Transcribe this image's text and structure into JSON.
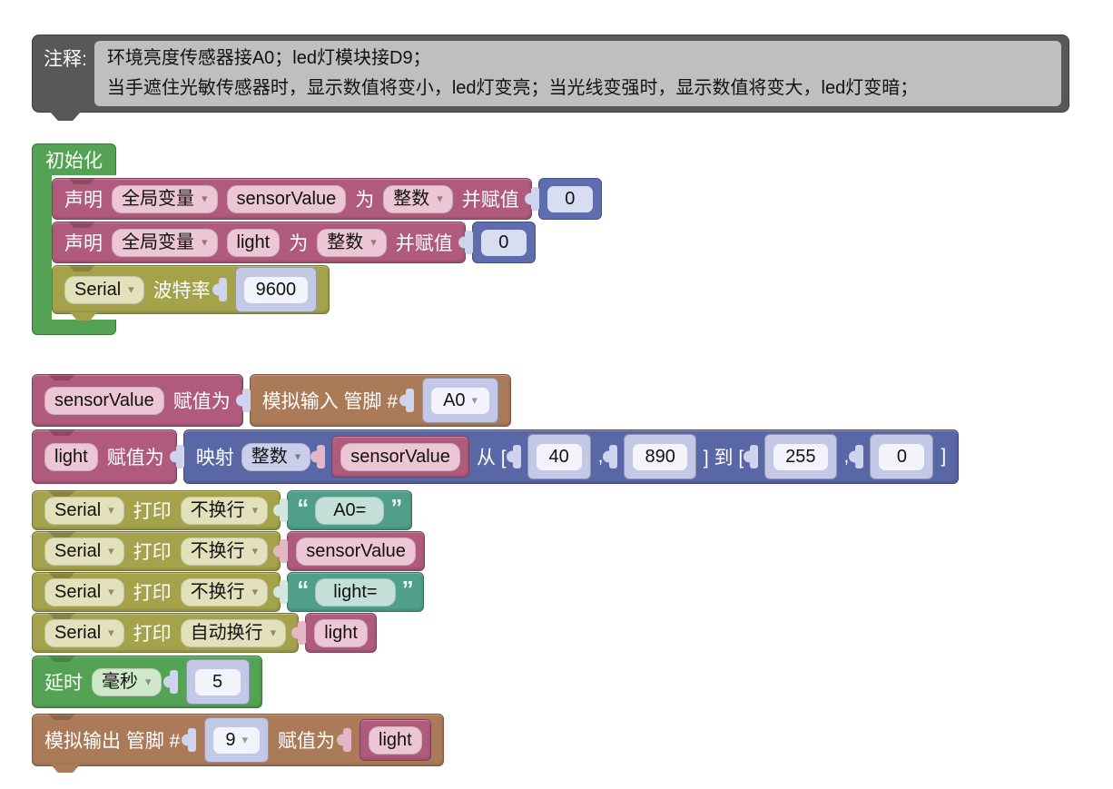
{
  "palette": {
    "comment_frame": "#58585a",
    "comment_body": "#bfbfc1",
    "green": "#54a254",
    "pink": "#b05a7c",
    "pink_field": "#ecc6d4",
    "olive": "#a5a24c",
    "olive_field": "#e2e1bc",
    "blue": "#5a67a7",
    "brown": "#ab7a58",
    "teal": "#4f9f89",
    "number_block_dark": "#5f6cae",
    "number_block_light": "#c2c8e5"
  },
  "icons": {
    "dropdown_arrow": "▾"
  },
  "quotes": {
    "open": "“",
    "close": "”"
  },
  "comment": {
    "label": "注释:",
    "line1": "环境亮度传感器接A0；led灯模块接D9；",
    "line2": "当手遮住光敏传感器时，显示数值将变小，led灯变亮；当光线变强时，显示数值将变大，led灯变暗；"
  },
  "init": {
    "title": "初始化",
    "declare1": {
      "kw_declare": "声明",
      "scope": "全局变量",
      "name": "sensorValue",
      "kw_as": "为",
      "type": "整数",
      "kw_assign": "并赋值",
      "value": "0"
    },
    "declare2": {
      "kw_declare": "声明",
      "scope": "全局变量",
      "name": "light",
      "kw_as": "为",
      "type": "整数",
      "kw_assign": "并赋值",
      "value": "0"
    },
    "serial_baud": {
      "serial": "Serial",
      "kw_baud": "波特率",
      "value": "9600"
    }
  },
  "main": {
    "row_sensor_read": {
      "var": "sensorValue",
      "kw_assign": "赋值为",
      "kw_analog_in": "模拟输入 管脚 #",
      "pin": "A0"
    },
    "row_map": {
      "var": "light",
      "kw_assign": "赋值为",
      "kw_map": "映射",
      "type": "整数",
      "arg": "sensorValue",
      "kw_from": "从 [",
      "from_low": "40",
      "comma1": ",",
      "from_high": "890",
      "kw_to": "] 到 [",
      "to_low": "255",
      "comma2": ",",
      "to_high": "0",
      "kw_close": "]"
    },
    "serial_prints": [
      {
        "serial": "Serial",
        "kw_print": "打印",
        "mode": "不换行",
        "value_kind": "string",
        "value": "A0="
      },
      {
        "serial": "Serial",
        "kw_print": "打印",
        "mode": "不换行",
        "value_kind": "variable",
        "value": "sensorValue"
      },
      {
        "serial": "Serial",
        "kw_print": "打印",
        "mode": "不换行",
        "value_kind": "string",
        "value": "light="
      },
      {
        "serial": "Serial",
        "kw_print": "打印",
        "mode": "自动换行",
        "value_kind": "variable",
        "value": "light"
      }
    ],
    "row_delay": {
      "kw_delay": "延时",
      "unit": "毫秒",
      "value": "5"
    },
    "row_analog_write": {
      "kw_analog_out": "模拟输出 管脚 #",
      "pin": "9",
      "kw_assign": "赋值为",
      "value": "light"
    }
  }
}
